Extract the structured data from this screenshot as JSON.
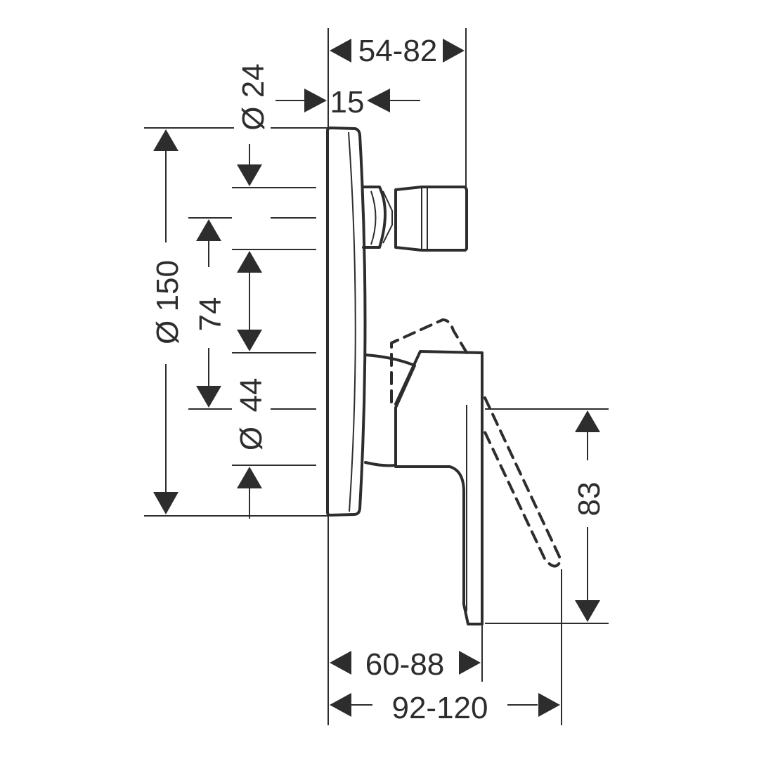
{
  "colors": {
    "ink": "#2d2d2d",
    "background": "#ffffff"
  },
  "dimensions": {
    "projection_top": "54-82",
    "plate_thickness": "15",
    "diameter_small": "Ø 24",
    "diameter_plate": "Ø 150",
    "spacing": "74",
    "offset": "44",
    "diameter_spout": "Ø",
    "handle_drop": "83",
    "handle_depth": "60-88",
    "handle_reach": "92-120"
  }
}
